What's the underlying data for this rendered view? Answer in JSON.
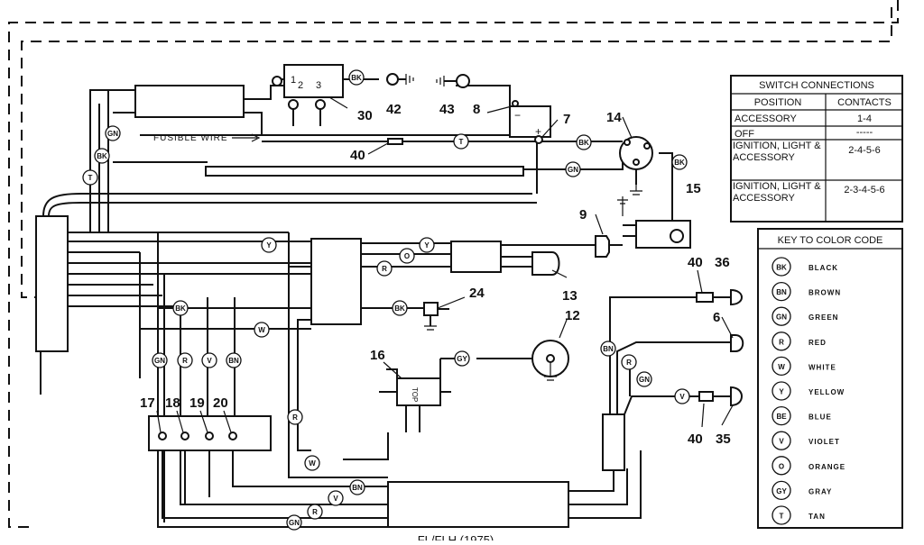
{
  "caption": "FL/FLH (1975)",
  "fusible_wire_label": "FUSIBLE WIRE",
  "relay_terminals": [
    "1",
    "2",
    "3"
  ],
  "solenoid_label": "TOP",
  "battery": {
    "minus": "−",
    "plus": "+"
  },
  "component_numbers": {
    "n6": "6",
    "n7": "7",
    "n8": "8",
    "n9": "9",
    "n12": "12",
    "n13": "13",
    "n14": "14",
    "n15": "15",
    "n16": "16",
    "n17": "17",
    "n18": "18",
    "n19": "19",
    "n20": "20",
    "n24": "24",
    "n30": "30",
    "n35": "35",
    "n36": "36",
    "n40a": "40",
    "n40b": "40",
    "n40c": "40",
    "n42": "42",
    "n43": "43"
  },
  "wire_codes": {
    "bk_30": "BK",
    "bk_14": "BK",
    "bk_15": "BK",
    "bk_left": "BK",
    "bk_mid": "BK",
    "bk_24": "BK",
    "gn_left": "GN",
    "gn_14": "GN",
    "gn_bot1": "GN",
    "gn_right": "GN",
    "gn_bottom": "GN",
    "t_left": "T",
    "t_mid": "T",
    "y_1": "Y",
    "y_2": "Y",
    "o_1": "O",
    "r_1": "R",
    "r_bot": "R",
    "r_mid": "R",
    "r_right": "R",
    "r_bottom": "R",
    "w_1": "W",
    "w_2": "W",
    "v_bot": "V",
    "v_right": "V",
    "v_bottom": "V",
    "bn_bot": "BN",
    "bn_right": "BN",
    "bn_bottom": "BN",
    "gy_1": "GY"
  },
  "switch_table": {
    "title": "SWITCH CONNECTIONS",
    "headers": [
      "POSITION",
      "CONTACTS"
    ],
    "rows": [
      {
        "position": "ACCESSORY",
        "contacts": "1-4"
      },
      {
        "position": "OFF",
        "contacts": "-----"
      },
      {
        "position": "IGNITION, LIGHT & ACCESSORY",
        "contacts": "2-4-5-6"
      },
      {
        "position": "IGNITION, LIGHT & ACCESSORY",
        "contacts": "2-3-4-5-6"
      }
    ]
  },
  "color_key": {
    "title": "KEY TO COLOR CODE",
    "items": [
      {
        "code": "BK",
        "name": "BLACK"
      },
      {
        "code": "BN",
        "name": "BROWN"
      },
      {
        "code": "GN",
        "name": "GREEN"
      },
      {
        "code": "R",
        "name": "RED"
      },
      {
        "code": "W",
        "name": "WHITE"
      },
      {
        "code": "Y",
        "name": "YELLOW"
      },
      {
        "code": "BE",
        "name": "BLUE"
      },
      {
        "code": "V",
        "name": "VIOLET"
      },
      {
        "code": "O",
        "name": "ORANGE"
      },
      {
        "code": "GY",
        "name": "GRAY"
      },
      {
        "code": "T",
        "name": "TAN"
      }
    ]
  }
}
